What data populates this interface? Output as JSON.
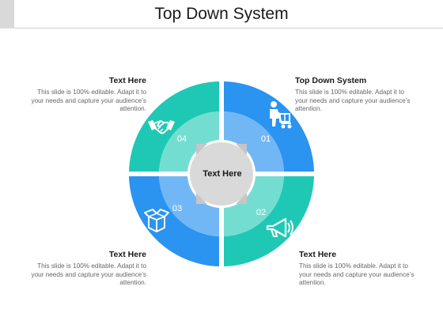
{
  "title": "Top Down System",
  "center_label": "Text Here",
  "colors": {
    "blue": "#2b93f0",
    "teal": "#1fc8b5",
    "inner_blue": "#72b7f5",
    "inner_teal": "#74ddd2",
    "center": "#d9d9d9"
  },
  "segments": [
    {
      "number": "01",
      "icon": "delivery-person-icon",
      "heading": "Top Down System",
      "body": "This slide is 100% editable. Adapt it to your needs and capture your audience’s attention."
    },
    {
      "number": "02",
      "icon": "megaphone-icon",
      "heading": "Text Here",
      "body": "This slide is 100% editable. Adapt it to your needs and capture your audience’s attention."
    },
    {
      "number": "03",
      "icon": "open-box-icon",
      "heading": "Text Here",
      "body": "This slide is 100% editable. Adapt it to your needs and capture your audience’s attention."
    },
    {
      "number": "04",
      "icon": "handshake-icon",
      "heading": "Text Here",
      "body": "This slide is 100% editable. Adapt it to your needs and capture your audience’s attention."
    }
  ]
}
